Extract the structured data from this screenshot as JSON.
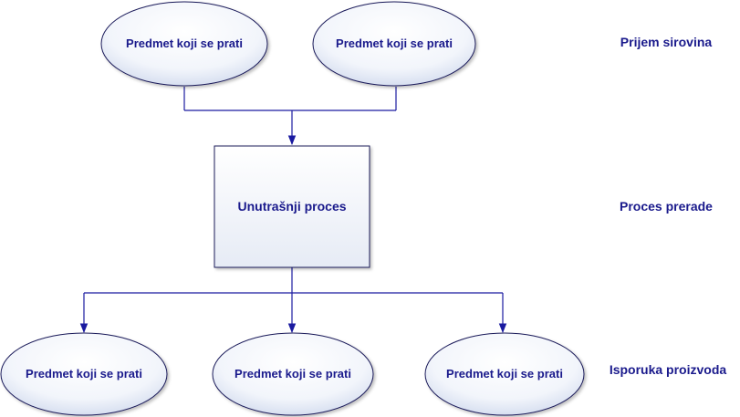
{
  "nodes": {
    "input_1": {
      "label": "Predmet koji se prati"
    },
    "input_2": {
      "label": "Predmet koji se prati"
    },
    "process": {
      "label": "Unutrašnji proces"
    },
    "output_1": {
      "label": "Predmet koji se prati"
    },
    "output_2": {
      "label": "Predmet koji se prati"
    },
    "output_3": {
      "label": "Predmet koji se prati"
    }
  },
  "stages": {
    "intake": "Prijem sirovina",
    "processing": "Proces prerade",
    "delivery": "Isporuka proizvoda"
  },
  "colors": {
    "text": "#1a1a8c",
    "connector": "#1a1aa0",
    "shape_stroke": "#1a1a5a",
    "ellipse_fill_top": "#ffffff",
    "ellipse_fill_bottom": "#dce4f4"
  }
}
